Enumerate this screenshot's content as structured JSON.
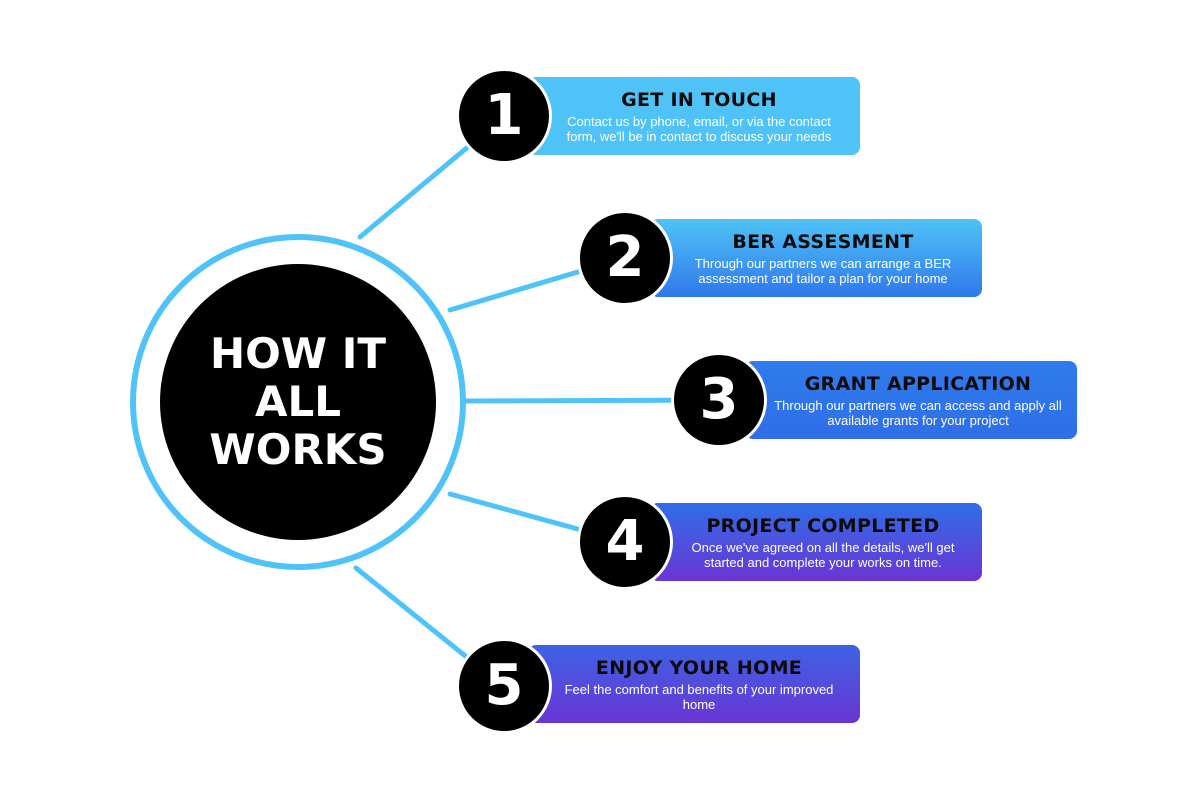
{
  "hub": {
    "title": "HOW IT ALL WORKS"
  },
  "colors": {
    "ring": "#4fc3f7",
    "connector": "#4fc3f7",
    "badge": "#000000",
    "hub": "#000000"
  },
  "steps": [
    {
      "number": "1",
      "title": "GET IN TOUCH",
      "description": "Contact us by phone, email, or via the contact form, we'll be in contact to discuss your needs",
      "gradient_top": "#4fc3f7",
      "gradient_bottom": "#4fc3f7"
    },
    {
      "number": "2",
      "title": "BER ASSESMENT",
      "description": "Through our partners we can arrange a BER assessment and tailor a plan for your home",
      "gradient_top": "#4fc3f7",
      "gradient_bottom": "#2f78ea"
    },
    {
      "number": "3",
      "title": "GRANT APPLICATION",
      "description": "Through our partners we can access and apply all available grants for your project",
      "gradient_top": "#2f7bec",
      "gradient_bottom": "#2f6ee8"
    },
    {
      "number": "4",
      "title": "PROJECT COMPLETED",
      "description": "Once we've agreed on all the details, we'll get started and complete your works on time.",
      "gradient_top": "#2f6ee8",
      "gradient_bottom": "#6a35d4"
    },
    {
      "number": "5",
      "title": "ENJOY YOUR HOME",
      "description": "Feel the comfort and benefits of your improved home",
      "gradient_top": "#3d63e4",
      "gradient_bottom": "#6a35d4"
    }
  ]
}
